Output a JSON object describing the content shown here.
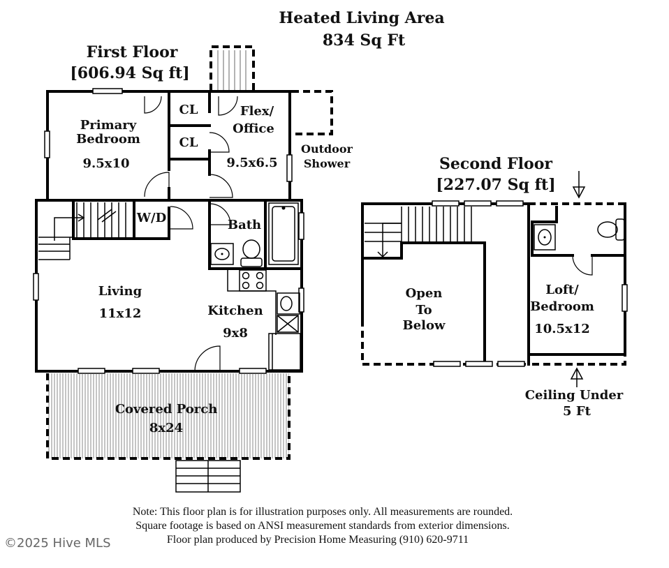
{
  "header": {
    "title_line1": "Heated Living Area",
    "title_line2": "834 Sq Ft"
  },
  "first_floor": {
    "title": "First Floor",
    "area": "[606.94 Sq ft]",
    "rooms": {
      "primary_bedroom": {
        "line1": "Primary",
        "line2": "Bedroom",
        "dims": "9.5x10"
      },
      "closet_1": "CL",
      "closet_2": "CL",
      "flex_office": {
        "line1": "Flex/",
        "line2": "Office",
        "dims": "9.5x6.5"
      },
      "outdoor_shower": {
        "line1": "Outdoor",
        "line2": "Shower"
      },
      "wd": "W/D",
      "bath": "Bath",
      "living": {
        "name": "Living",
        "dims": "11x12"
      },
      "kitchen": {
        "name": "Kitchen",
        "dims": "9x8"
      },
      "covered_porch": {
        "name": "Covered Porch",
        "dims": "8x24"
      }
    }
  },
  "second_floor": {
    "title": "Second Floor",
    "area": "[227.07 Sq ft]",
    "rooms": {
      "open_to_below": {
        "line1": "Open",
        "line2": "To",
        "line3": "Below"
      },
      "loft_bedroom": {
        "line1": "Loft/",
        "line2": "Bedroom",
        "dims": "10.5x12"
      },
      "ceiling_note": {
        "line1": "Ceiling Under",
        "line2": "5 Ft"
      }
    }
  },
  "footer": {
    "note_line1": "Note: This floor plan is for illustration purposes only. All measurements are rounded.",
    "note_line2": "Square footage is based on ANSI measurement standards from exterior dimensions.",
    "note_line3": "Floor plan produced by Precision Home Measuring (910) 620-9711",
    "copyright": "©2025 Hive MLS"
  }
}
